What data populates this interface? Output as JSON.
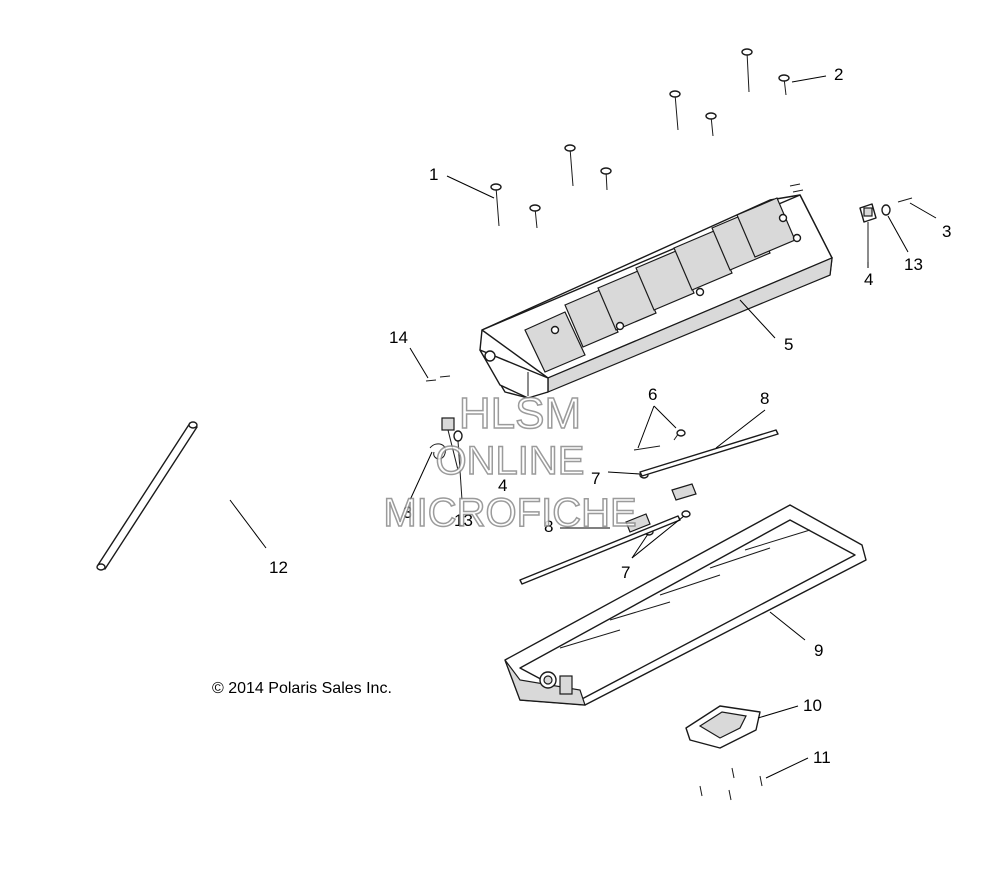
{
  "callouts": {
    "c1": "1",
    "c2": "2",
    "c3a": "3",
    "c3b": "3",
    "c4a": "4",
    "c4b": "4",
    "c5": "5",
    "c6": "6",
    "c7a": "7",
    "c7b": "7",
    "c8a": "8",
    "c8b": "8",
    "c9": "9",
    "c10": "10",
    "c11": "11",
    "c12": "12",
    "c13a": "13",
    "c13b": "13",
    "c14": "14"
  },
  "watermark": {
    "line1": "HLSM",
    "line2": "ONLINE",
    "line3": "MICROFICHE"
  },
  "copyright": "© 2014 Polaris Sales Inc."
}
